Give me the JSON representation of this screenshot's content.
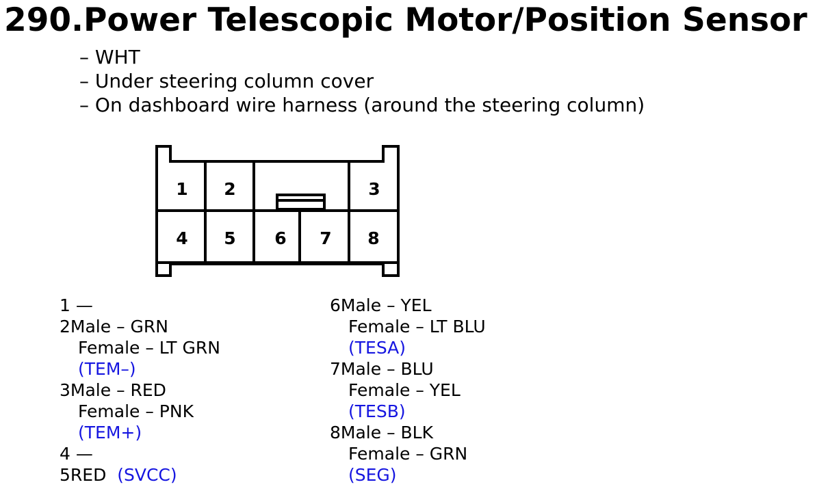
{
  "title": "290.Power Telescopic Motor/Position Sensor",
  "notes": [
    "– WHT",
    "– Under steering column cover",
    "– On dashboard wire harness (around the steering column)"
  ],
  "connector": {
    "pins": [
      "1",
      "2",
      "3",
      "4",
      "5",
      "6",
      "7",
      "8"
    ]
  },
  "left_column": {
    "pin1": "1 —",
    "pin2_male": "2Male – GRN",
    "pin2_female": "Female – LT GRN",
    "pin2_signal": "(TEM–)",
    "pin3_male": "3Male – RED",
    "pin3_female": "Female – PNK",
    "pin3_signal": "(TEM+)",
    "pin4": "4 —",
    "pin5": "5RED",
    "pin5_signal": "(SVCC)"
  },
  "right_column": {
    "pin6_male": "6Male – YEL",
    "pin6_female": "Female – LT BLU",
    "pin6_signal": "(TESA)",
    "pin7_male": "7Male – BLU",
    "pin7_female": "Female – YEL",
    "pin7_signal": "(TESB)",
    "pin8_male": "8Male – BLK",
    "pin8_female": "Female – GRN",
    "pin8_signal": "(SEG)"
  },
  "colors": {
    "text": "#000000",
    "signal": "#1515e0",
    "background": "#ffffff"
  }
}
